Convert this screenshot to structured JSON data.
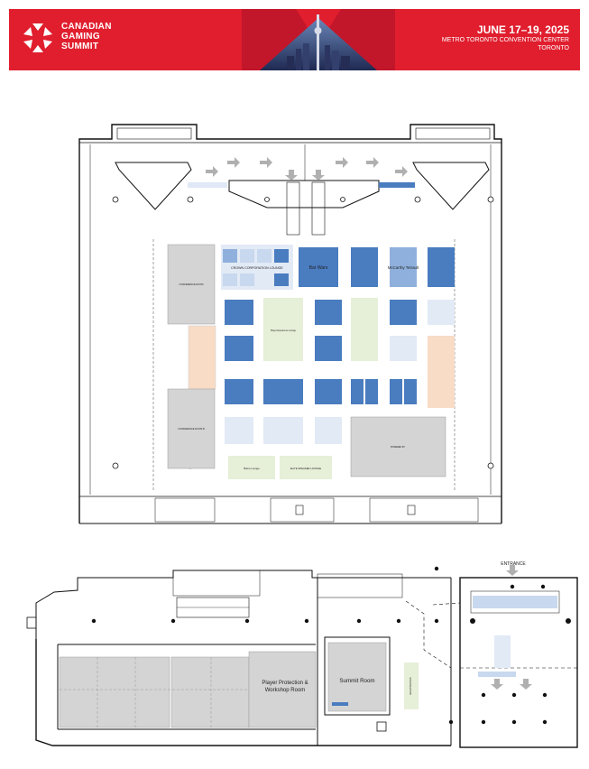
{
  "header": {
    "brand_lines": [
      "CANADIAN",
      "GAMING",
      "SUMMIT"
    ],
    "date": "JUNE 17–19, 2025",
    "venue": "METRO TORONTO CONVENTION CENTER",
    "city": "TORONTO"
  },
  "hall": {
    "crown_lounge": "CROWN CORPORATION LOUNGE",
    "bar_wars": "Bar Wars",
    "mccarthy": "McCarthy Tetrault",
    "conference_room": "CONFERENCE ROOM",
    "conference_room_b": "CONFERENCE ROOM B",
    "lounge_left": "Bistro Lounge",
    "lounge_right": "ELITE SPEAKER LOUNGE",
    "experience_lounge": "Player Experience Lounge",
    "powered_by": "POWERED BY"
  },
  "lower": {
    "entrance": "ENTRANCE",
    "registration": "REGISTRATION",
    "summit_room": "Summit Room",
    "workshop_line1": "Player Protection &",
    "workshop_line2": "Workshop Room"
  },
  "colors": {
    "brand_red": "#e01e2e",
    "booth_dark": "#4a7cc0",
    "booth_mid": "#8fb0dc",
    "booth_light": "#c8d8ee",
    "booth_pale": "#e2eaf6",
    "lounge_green": "#e6efd8",
    "peach": "#f8dcc6",
    "grey_room": "#d4d4d4"
  }
}
